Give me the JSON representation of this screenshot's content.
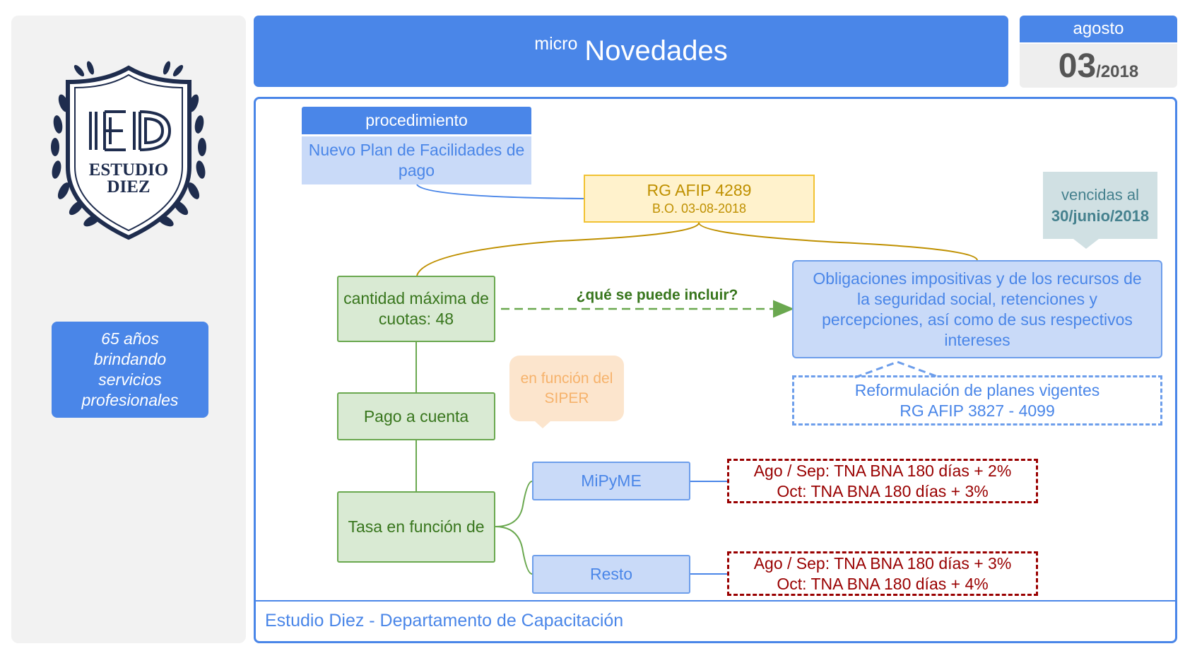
{
  "brand": {
    "logo_monogram": "IED",
    "logo_line1": "ESTUDIO",
    "logo_line2": "DIEZ",
    "years_badge": "65 años brindando servicios profesionales"
  },
  "header": {
    "prefix": "micro",
    "title": "Novedades",
    "month": "agosto",
    "day": "03",
    "year": "/2018"
  },
  "diagram": {
    "procedure_header": "procedimiento",
    "procedure_title": "Nuevo Plan de Facilidades de pago",
    "rg_title": "RG AFIP 4289",
    "rg_subtitle": "B.O. 03-08-2018",
    "expired_line1": "vencidas al",
    "expired_line2": "30/junio/2018",
    "obligations": "Obligaciones impositivas y de los recursos de la seguridad social, retenciones y percepciones, así como de sus respectivos intereses",
    "reformulation_line1": "Reformulación de planes vigentes",
    "reformulation_line2": "RG AFIP 3827 - 4099",
    "max_installments": "cantidad máxima de cuotas: 48",
    "include_question": "¿qué se puede incluir?",
    "payment_account": "Pago a cuenta",
    "siper_note": "en función del SIPER",
    "rate_box": "Tasa en función de",
    "mipyme": "MiPyME",
    "rest": "Resto",
    "rate_mipyme_line1": "Ago / Sep: TNA BNA 180 días + 2%",
    "rate_mipyme_line2": "Oct: TNA BNA 180 días + 3%",
    "rate_rest_line1": "Ago / Sep: TNA BNA 180 días + 3%",
    "rate_rest_line2": "Oct: TNA BNA 180 días + 4%"
  },
  "footer": {
    "text": "Estudio Diez - Departamento de Capacitación"
  },
  "colors": {
    "accent_blue": "#4a86e8",
    "green": "#6aa84f",
    "gold": "#bf9000",
    "dark_red": "#990000",
    "navy": "#1f2d4e"
  }
}
